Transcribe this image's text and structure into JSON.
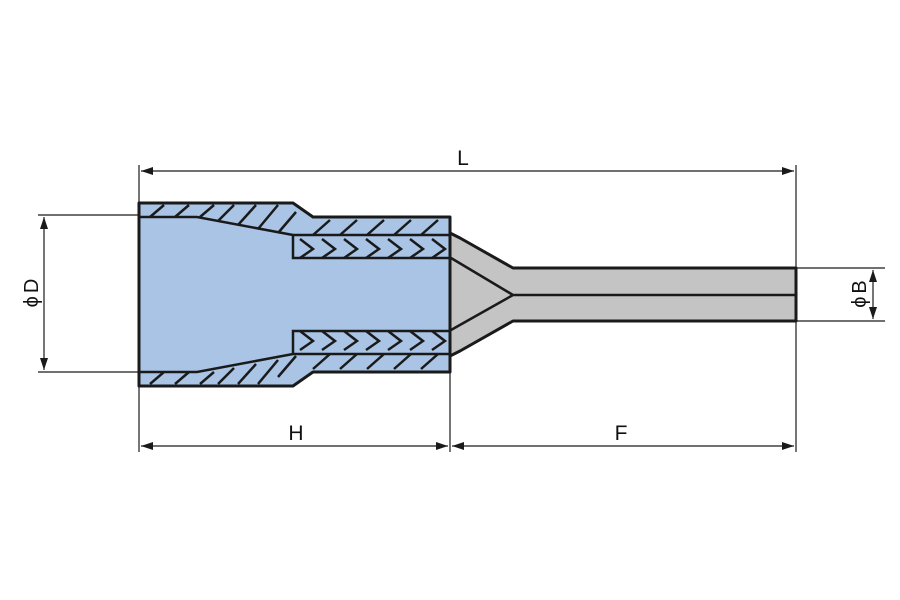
{
  "drawing": {
    "dimensions": {
      "overall_length": "L",
      "insulation_length": "H",
      "pin_length": "F",
      "insulation_diameter_symbol": "ϕ",
      "insulation_diameter": "D",
      "pin_diameter_symbol": "ϕ",
      "pin_diameter": "B"
    },
    "colors": {
      "insulation": "#a9c4e4",
      "pin": "#c4c4c4",
      "line": "#1a1a1a",
      "background": "#ffffff"
    }
  }
}
